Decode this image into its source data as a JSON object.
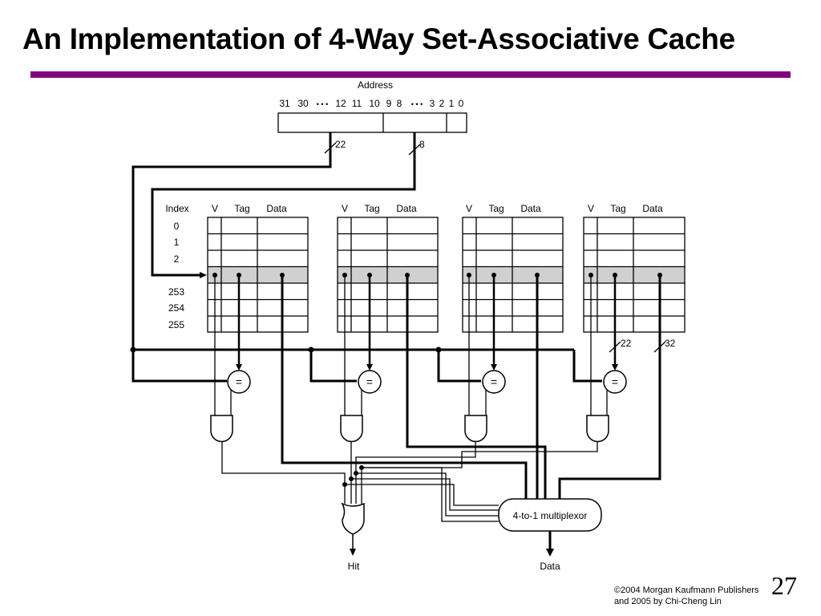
{
  "slide": {
    "title": "An Implementation of 4-Way Set-Associative Cache",
    "accent_color": "#800080",
    "page_number": "27",
    "copyright_line1": "©2004 Morgan Kaufmann Publishers",
    "copyright_line2": "and 2005 by Chi-Cheng Lin"
  },
  "diagram": {
    "address_label": "Address",
    "address_bits": [
      "31",
      "30",
      "• • •",
      "12",
      "11",
      "10",
      "9",
      "8",
      "• • •",
      "3",
      "2",
      "1",
      "0"
    ],
    "tag_width": "22",
    "index_width": "8",
    "column_headers": {
      "index": "Index",
      "v": "V",
      "tag": "Tag",
      "data": "Data"
    },
    "row_indices": [
      "0",
      "1",
      "2",
      "253",
      "254",
      "255"
    ],
    "comparator_symbol": "=",
    "compare_tag_width": "22",
    "data_width": "32",
    "mux_label": "4-to-1 multiplexor",
    "hit_label": "Hit",
    "data_label": "Data"
  }
}
